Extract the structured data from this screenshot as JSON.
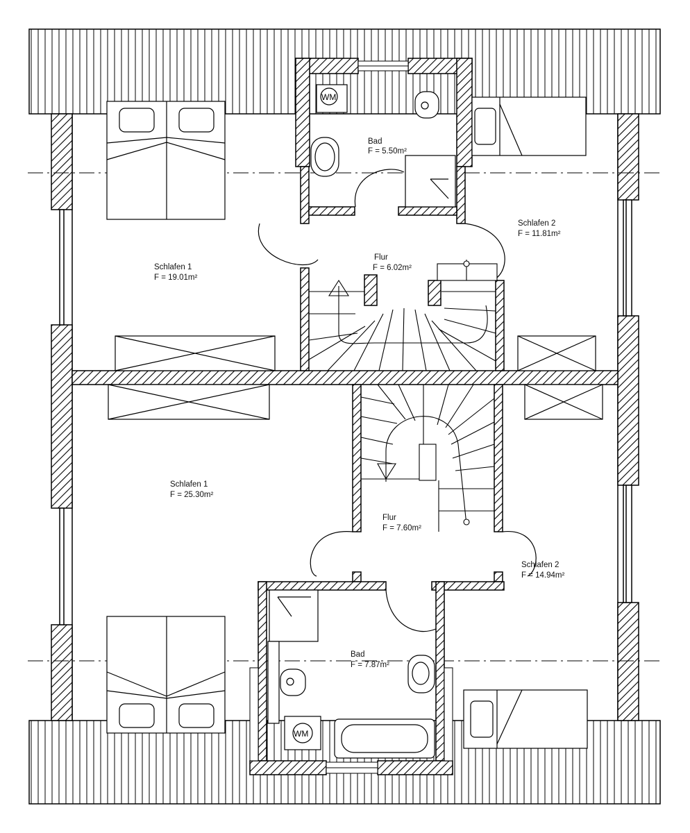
{
  "rooms": {
    "upper": {
      "bed1": {
        "name": "Schlafen 1",
        "area": "F = 19.01m²"
      },
      "hall": {
        "name": "Flur",
        "area": "F = 6.02m²"
      },
      "bath": {
        "name": "Bad",
        "area": "F = 5.50m²"
      },
      "bed2": {
        "name": "Schlafen 2",
        "area": "F = 11.81m²"
      }
    },
    "lower": {
      "bed1": {
        "name": "Schlafen 1",
        "area": "F = 25.30m²"
      },
      "hall": {
        "name": "Flur",
        "area": "F = 7.60m²"
      },
      "bath": {
        "name": "Bad",
        "area": "F = 7.87m²"
      },
      "bed2": {
        "name": "Schlafen 2",
        "area": "F = 14.94m²"
      }
    }
  },
  "fixtures": {
    "washer_upper": "WM",
    "washer_lower": "WM"
  },
  "colors": {
    "line": "#000000",
    "background": "#ffffff"
  }
}
